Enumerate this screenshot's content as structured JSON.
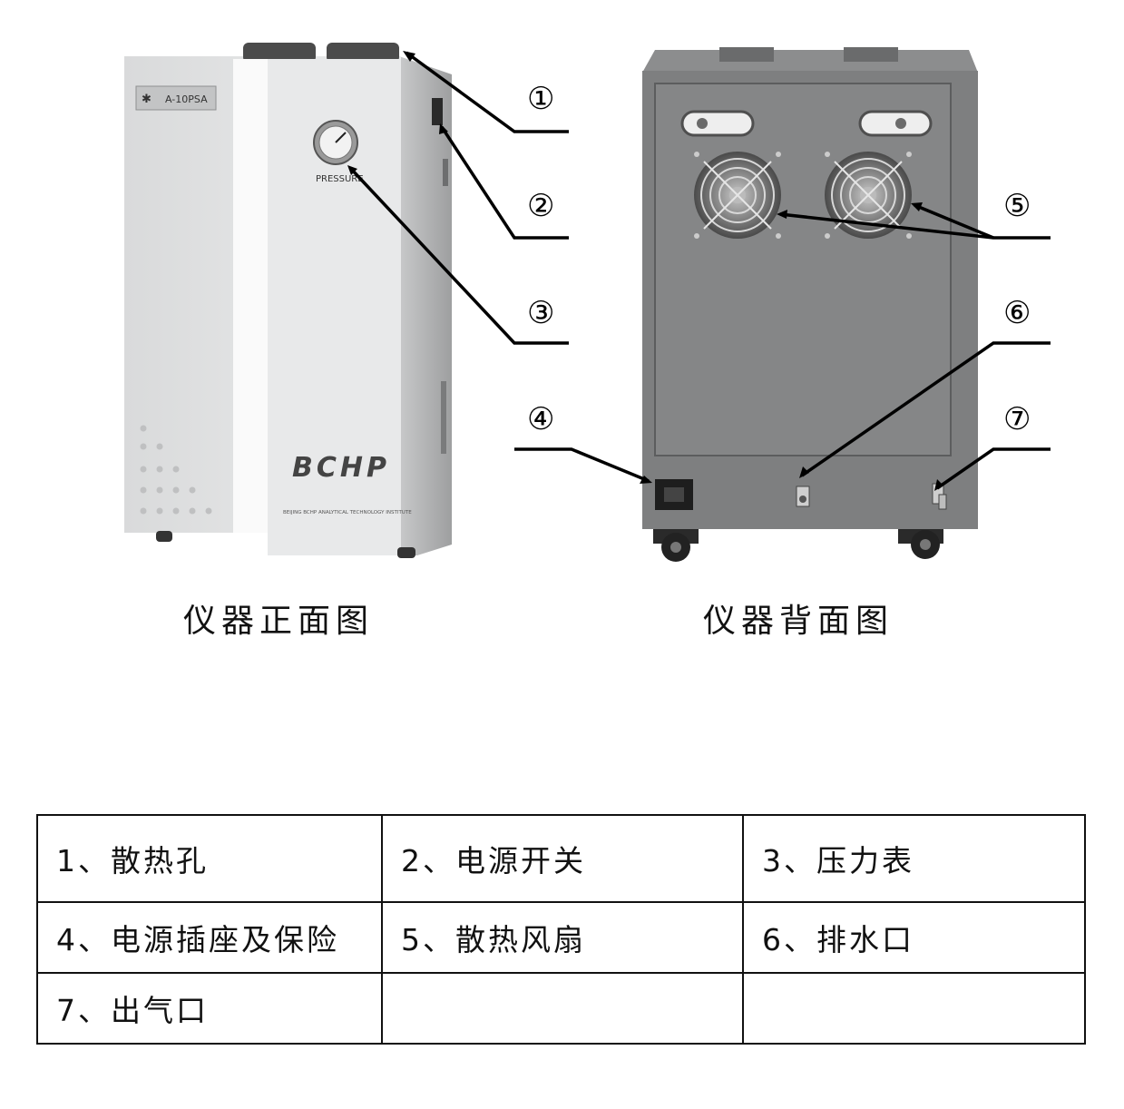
{
  "figure": {
    "front_model_label": "A-10PSA",
    "front_gauge_label": "PRESSURE",
    "front_brand": "BCHP",
    "front_brand_subtitle": "BEIJING BCHP ANALYTICAL TECHNOLOGY INSTITUTE",
    "callouts": [
      "①",
      "②",
      "③",
      "④",
      "⑤",
      "⑥",
      "⑦"
    ]
  },
  "captions": {
    "front": "仪器正面图",
    "back": "仪器背面图"
  },
  "legend": {
    "rows": [
      [
        "1、散热孔",
        "2、电源开关",
        "3、压力表"
      ],
      [
        "4、电源插座及保险",
        "5、散热风扇",
        "6、排水口"
      ],
      [
        "7、出气口",
        "",
        ""
      ]
    ]
  }
}
